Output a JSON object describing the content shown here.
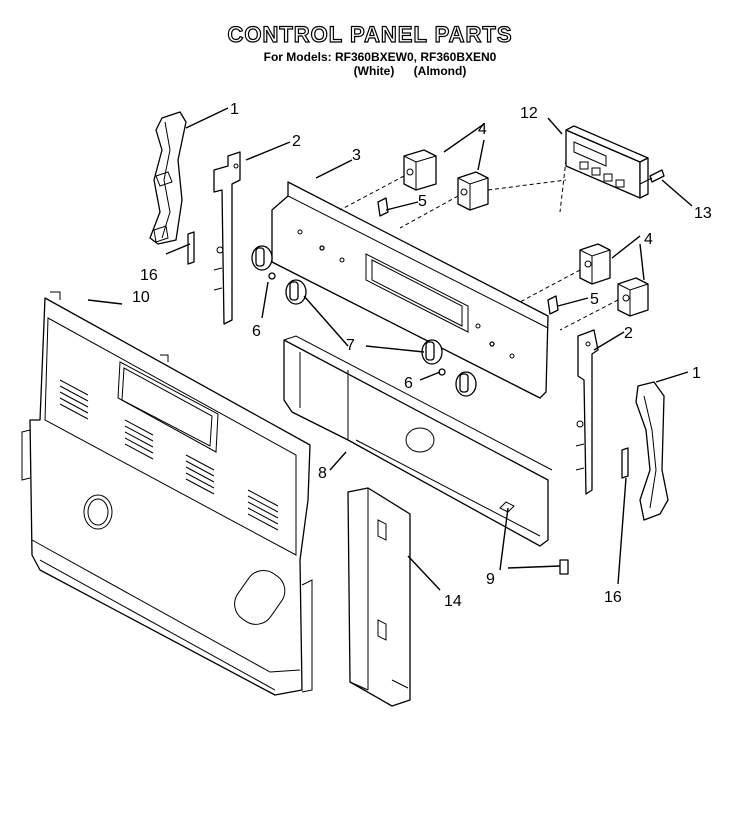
{
  "header": {
    "title": "CONTROL PANEL PARTS",
    "models_line": "For Models: RF360BXEW0, RF360BXEN0",
    "variant_white": "(White)",
    "variant_almond": "(Almond)"
  },
  "callouts": [
    {
      "id": "c1a",
      "label": "1"
    },
    {
      "id": "c2a",
      "label": "2"
    },
    {
      "id": "c3",
      "label": "3"
    },
    {
      "id": "c4a",
      "label": "4"
    },
    {
      "id": "c5a",
      "label": "5"
    },
    {
      "id": "c12",
      "label": "12"
    },
    {
      "id": "c13",
      "label": "13"
    },
    {
      "id": "c16a",
      "label": "16"
    },
    {
      "id": "c10",
      "label": "10"
    },
    {
      "id": "c6a",
      "label": "6"
    },
    {
      "id": "c7",
      "label": "7"
    },
    {
      "id": "c4b",
      "label": "4"
    },
    {
      "id": "c5b",
      "label": "5"
    },
    {
      "id": "c2b",
      "label": "2"
    },
    {
      "id": "c1b",
      "label": "1"
    },
    {
      "id": "c6b",
      "label": "6"
    },
    {
      "id": "c8",
      "label": "8"
    },
    {
      "id": "c9",
      "label": "9"
    },
    {
      "id": "c14",
      "label": "14"
    },
    {
      "id": "c16b",
      "label": "16"
    }
  ]
}
